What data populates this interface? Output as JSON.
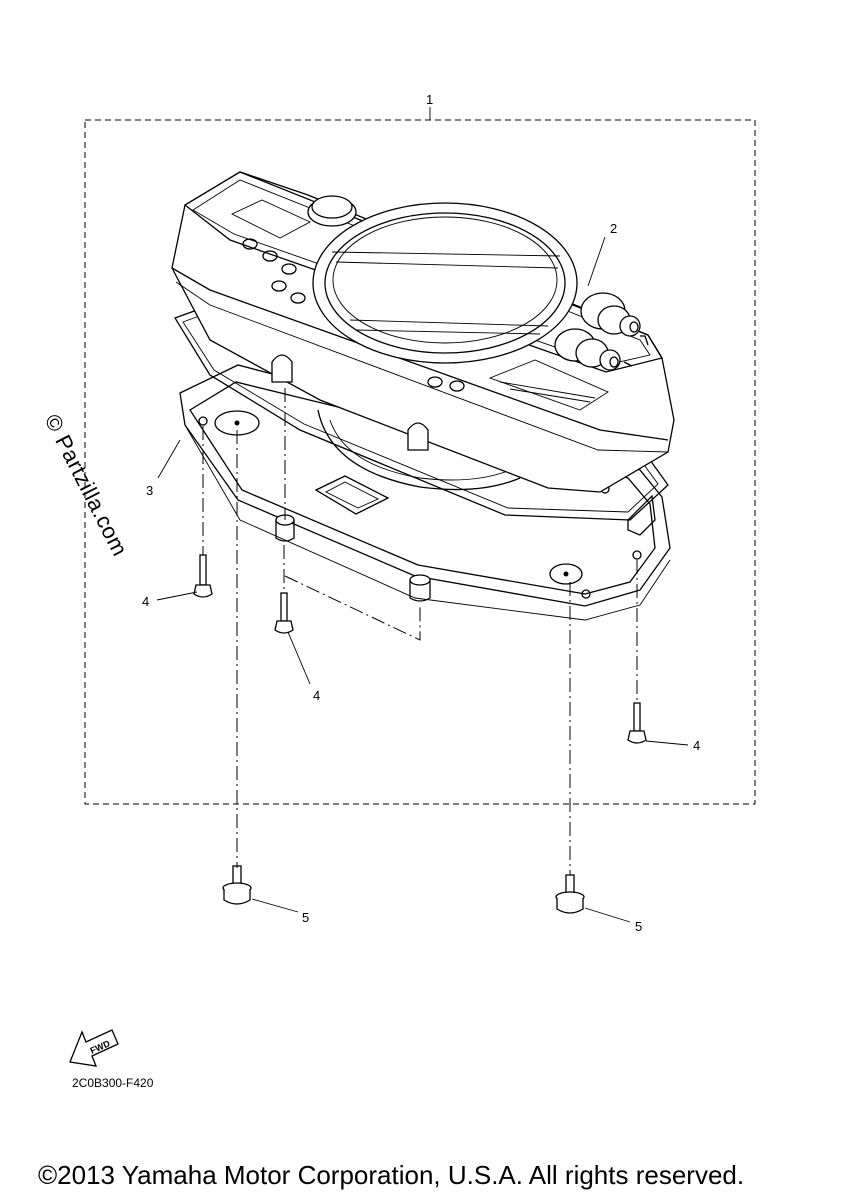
{
  "watermark": "© Partzilla.com",
  "callouts": {
    "assembly": "1",
    "meter_unit": "2",
    "gasket": "3",
    "screw_left": "4",
    "screw_center": "4",
    "screw_right": "4",
    "bolt_left": "5",
    "bolt_right": "5"
  },
  "fwd_label": "FWD",
  "diagram_code": "2C0B300-F420",
  "copyright": "©2013 Yamaha Motor Corporation, U.S.A. All rights reserved."
}
